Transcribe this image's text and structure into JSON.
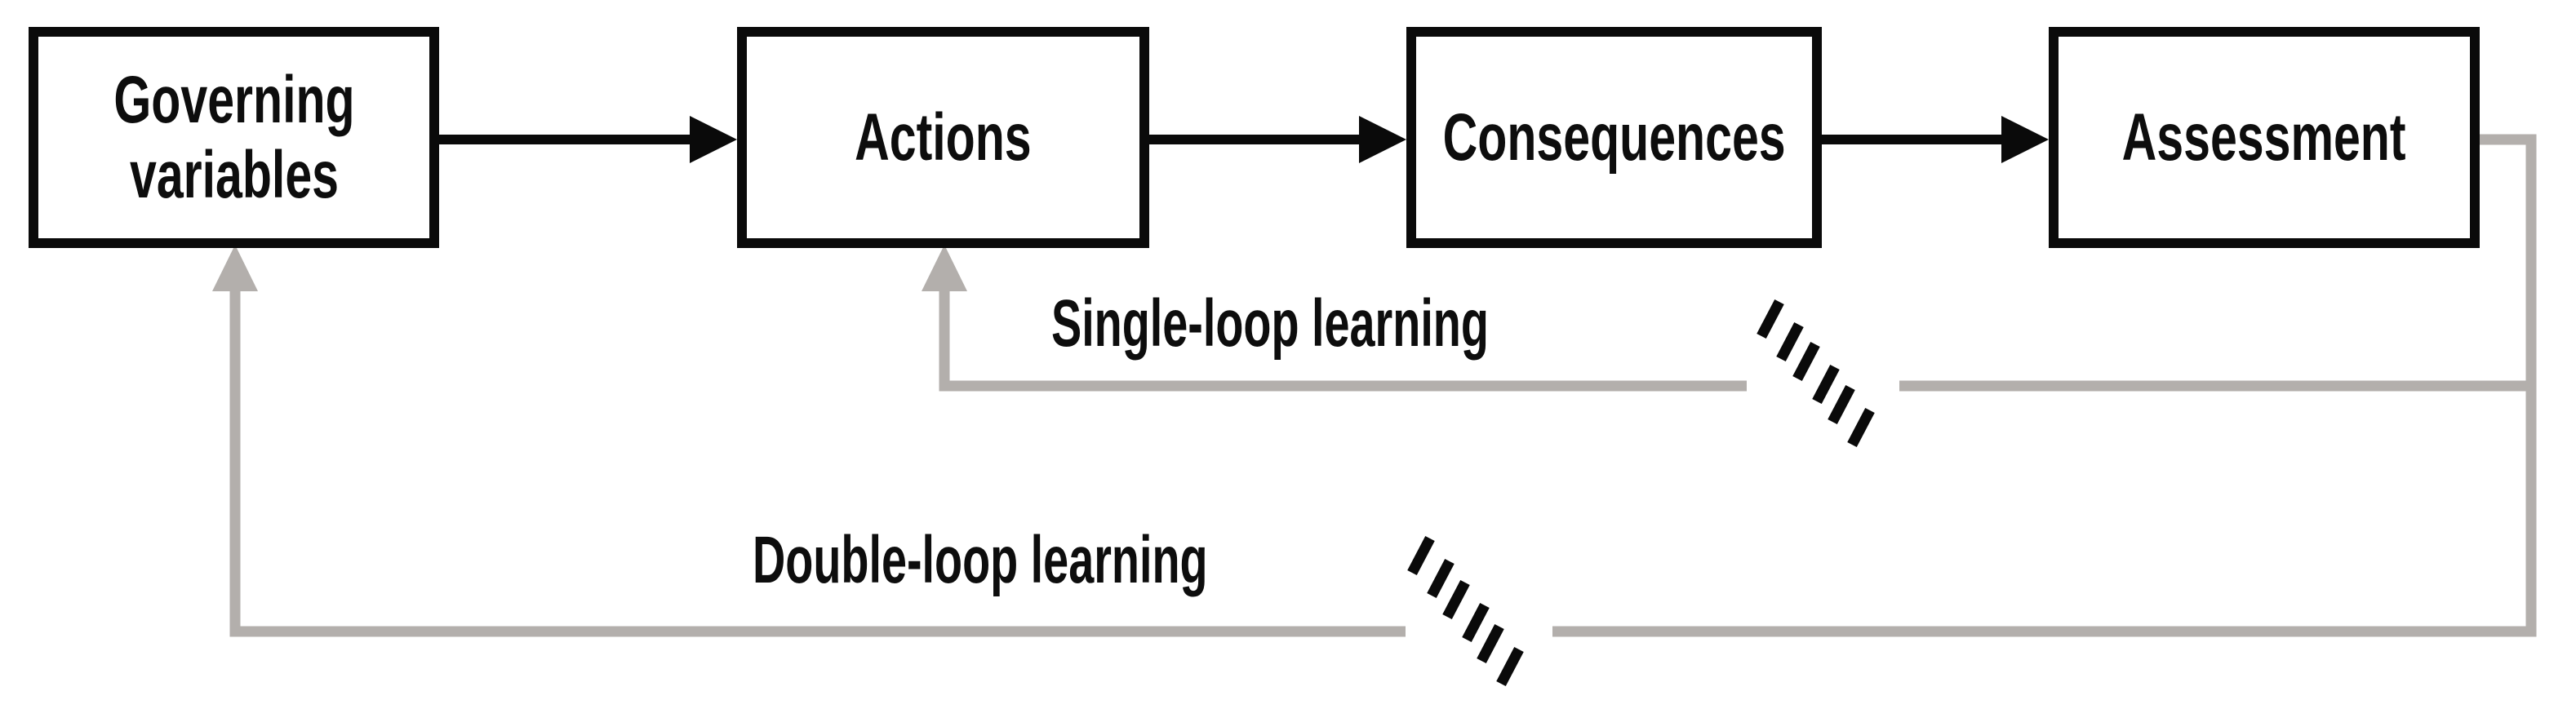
{
  "diagram": {
    "title_implicit": "Single-loop and double-loop learning",
    "boxes": [
      {
        "id": "governing-variables",
        "label": "Governing variables"
      },
      {
        "id": "actions",
        "label": "Actions"
      },
      {
        "id": "consequences",
        "label": "Consequences"
      },
      {
        "id": "assessment",
        "label": "Assessment"
      }
    ],
    "flow_arrows": [
      {
        "from": "Governing variables",
        "to": "Actions"
      },
      {
        "from": "Actions",
        "to": "Consequences"
      },
      {
        "from": "Consequences",
        "to": "Assessment"
      }
    ],
    "loops": [
      {
        "id": "single-loop",
        "label": "Single-loop learning",
        "from": "Assessment",
        "to": "Actions"
      },
      {
        "id": "double-loop",
        "label": "Double-loop learning",
        "from": "Assessment",
        "to": "Governing variables"
      }
    ],
    "colors": {
      "background": "#ffffff",
      "box_border": "#0a0a0a",
      "box_fill": "#ffffff",
      "text": "#0d0d0d",
      "flow_arrow": "#0a0a0a",
      "loop_line": "#b3afac",
      "break_mark": "#0a0a0a"
    }
  }
}
